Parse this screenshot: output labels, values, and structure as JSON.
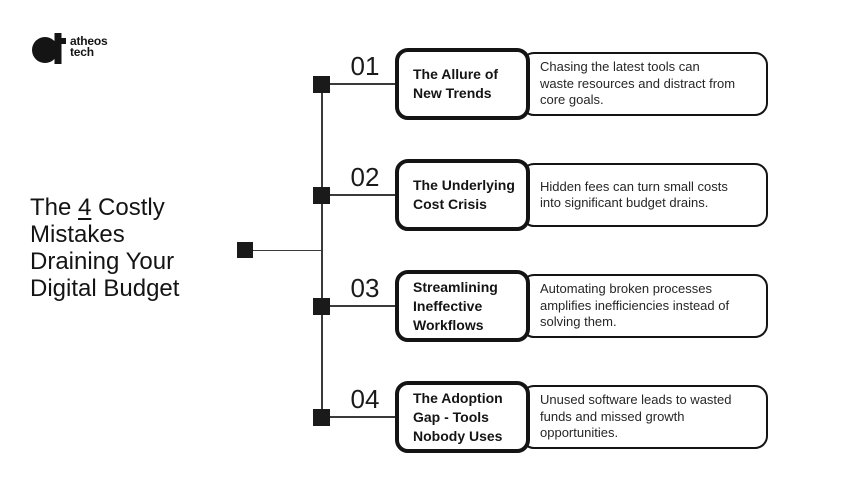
{
  "brand": {
    "logo_icon": "at-monogram-icon",
    "name_line1": "atheos",
    "name_line2": "tech"
  },
  "main_title": {
    "prefix": "The ",
    "underlined": "4",
    "suffix": " Costly\nMistakes\nDraining Your\nDigital Budget"
  },
  "colors": {
    "ink": "#141414",
    "line": "#3a3a3a",
    "background": "#ffffff"
  },
  "rows": [
    {
      "number": "01",
      "title": "The Allure of\nNew Trends",
      "description": "Chasing the latest tools can\nwaste resources and distract from\ncore goals."
    },
    {
      "number": "02",
      "title": "The Underlying\nCost Crisis",
      "description": "Hidden fees can turn small costs\ninto significant budget drains."
    },
    {
      "number": "03",
      "title": "Streamlining\nIneffective\nWorkflows",
      "description": "Automating broken processes\namplifies inefficiencies instead of\nsolving them."
    },
    {
      "number": "04",
      "title": "The Adoption\nGap - Tools\nNobody Uses",
      "description": "Unused software leads to wasted\nfunds and missed growth\nopportunities."
    }
  ]
}
